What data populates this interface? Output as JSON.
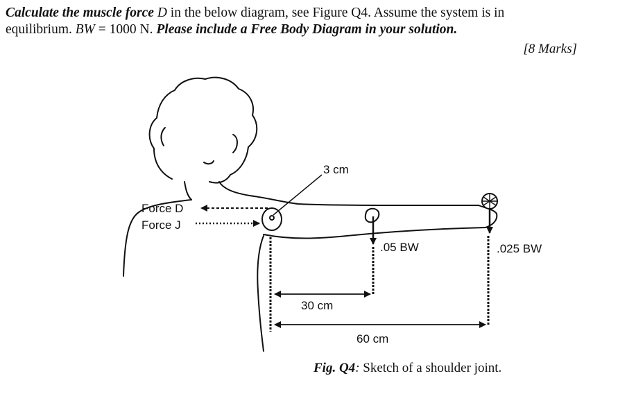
{
  "question": {
    "line1_bold1": "Calculate the muscle force",
    "line1_var": "D",
    "line1_rest": "in the below diagram, see Figure Q4. Assume the system is in",
    "line2_part1": "equilibrium.",
    "line2_bw": "BW",
    "line2_eq": " = 1000 N.",
    "line2_bold": "Please include a Free Body Diagram in your solution.",
    "marks": "[8 Marks]"
  },
  "figure": {
    "label_3cm": "3 cm",
    "label_force_d": "Force D",
    "label_force_j": "Force J",
    "label_05bw": ".05 BW",
    "label_025bw": ".025 BW",
    "label_30cm": "30 cm",
    "label_60cm": "60 cm"
  },
  "caption": {
    "fig_label": "Fig. Q4",
    "colon": ":",
    "text": " Sketch of a shoulder joint."
  }
}
